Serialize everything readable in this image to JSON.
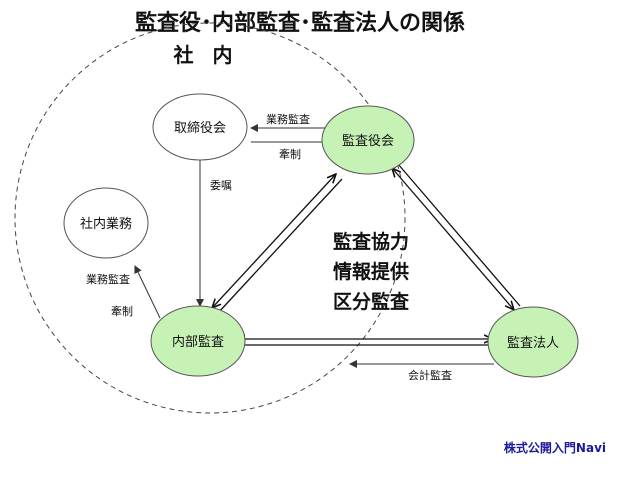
{
  "title": "監査役･内部監査･監査法人の関係",
  "region_label": "社 内",
  "nodes": {
    "torishimariyakukai": "取締役会",
    "kansayakukai": "監査役会",
    "shanai_gyomu": "社内業務",
    "naibu_kansa": "内部監査",
    "kansa_hojin": "監査法人"
  },
  "edge_labels": {
    "gyomu_kansa_top": "業務監査",
    "kensei_top": "牽制",
    "ishoku": "委嘱",
    "gyomu_kansa_left": "業務監査",
    "kensei_left": "牽制",
    "kaikei_kansa": "会計監査"
  },
  "center_text": {
    "line1": "監査協力",
    "line2": "情報提供",
    "line3": "区分監査"
  },
  "credit": "株式公開入門Navi",
  "colors": {
    "highlight_node": "#c6f2b6",
    "node_border": "#555555",
    "credit": "#1a1a9a"
  }
}
